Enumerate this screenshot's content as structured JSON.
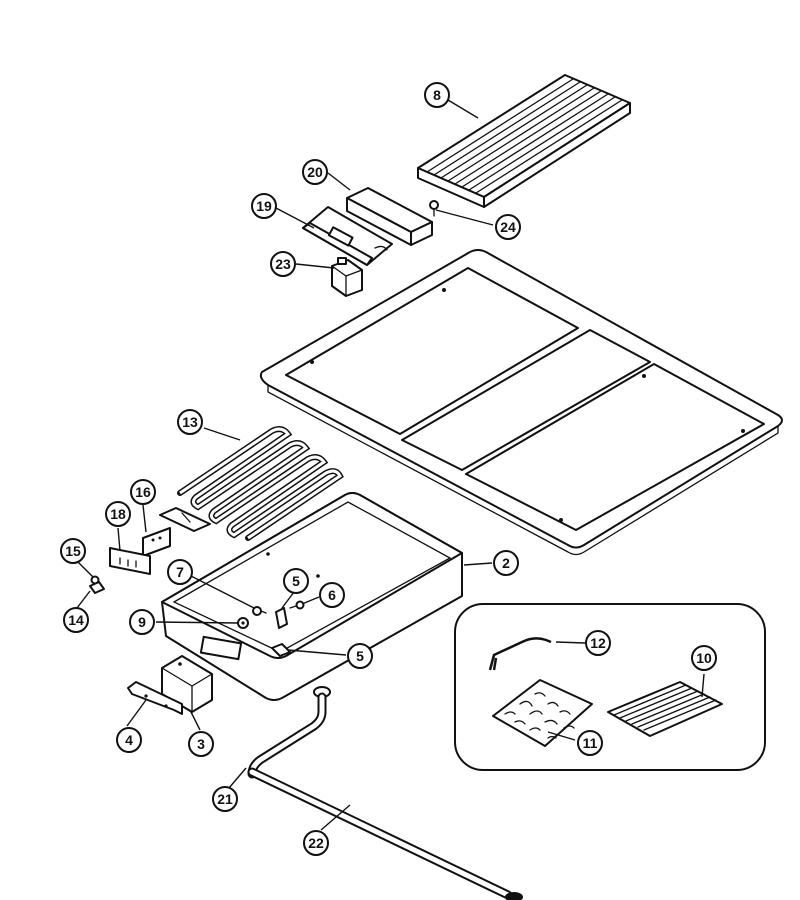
{
  "callouts": [
    {
      "id": "c8",
      "label": "8"
    },
    {
      "id": "c20",
      "label": "20"
    },
    {
      "id": "c19",
      "label": "19"
    },
    {
      "id": "c23",
      "label": "23"
    },
    {
      "id": "c24",
      "label": "24"
    },
    {
      "id": "c13",
      "label": "13"
    },
    {
      "id": "c16",
      "label": "16"
    },
    {
      "id": "c18",
      "label": "18"
    },
    {
      "id": "c15",
      "label": "15"
    },
    {
      "id": "c14",
      "label": "14"
    },
    {
      "id": "c7",
      "label": "7"
    },
    {
      "id": "c5a",
      "label": "5"
    },
    {
      "id": "c6",
      "label": "6"
    },
    {
      "id": "c9",
      "label": "9"
    },
    {
      "id": "c5b",
      "label": "5"
    },
    {
      "id": "c2",
      "label": "2"
    },
    {
      "id": "c4",
      "label": "4"
    },
    {
      "id": "c3",
      "label": "3"
    },
    {
      "id": "c21",
      "label": "21"
    },
    {
      "id": "c22",
      "label": "22"
    },
    {
      "id": "c12",
      "label": "12"
    },
    {
      "id": "c10",
      "label": "10"
    },
    {
      "id": "c11",
      "label": "11"
    }
  ]
}
